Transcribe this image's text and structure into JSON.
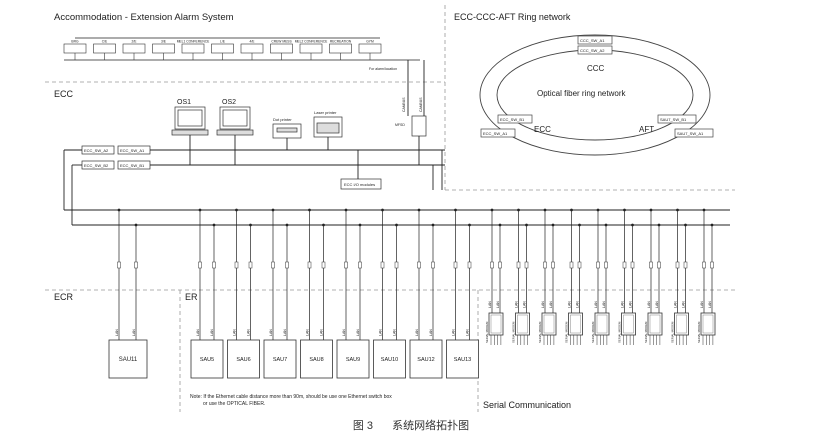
{
  "sections": {
    "accommodation": "Accommodation - Extension Alarm System",
    "ring": "ECC-CCC-AFT Ring network",
    "ecc": "ECC",
    "ecr": "ECR",
    "er": "ER",
    "serial": "Serial Communication"
  },
  "ring": {
    "center_label": "Optical fiber ring network",
    "ccc_label": "CCC",
    "ecc_label": "ECC",
    "aft_label": "AFT",
    "switches": [
      "CCC_SW_A1",
      "CCC_SW_A2",
      "ECC_SW_B1",
      "ECC_SW_A1",
      "SAU7_SW_B1",
      "SAU7_SW_A1"
    ]
  },
  "alarm_panels": [
    "BRG",
    "C/E",
    "2/E",
    "3/E",
    "MEL1 CONFERENCE",
    "L/E",
    "4/E",
    "CREW MESS",
    "MEL2 CONFERENCE",
    "RECREATION",
    "GYM"
  ],
  "alarm_note": "For alarm/location",
  "ecc": {
    "os1": "OS1",
    "os2": "OS2",
    "dot_printer": "Dot printer",
    "laser_printer": "Laser printer",
    "io_modules": "ECC I/O modules",
    "mfsd": "MFSD",
    "canbus": [
      "CANBUS",
      "CANBUS"
    ],
    "switches": [
      "ECC_SW_A2",
      "ECC_SW_A1",
      "ECC_SW_B2",
      "ECC_SW_B1"
    ]
  },
  "ecr_units": [
    "SAU11"
  ],
  "er_units": [
    "SAU5",
    "SAU6",
    "SAU7",
    "SAU8",
    "SAU9",
    "SAU10",
    "SAU12",
    "SAU13"
  ],
  "serial_units": [
    "SERIAL MODEM",
    "SERIAL MODEM",
    "SERIAL MODEM",
    "SERIAL MODEM",
    "SERIAL MODEM",
    "SERIAL MODEM",
    "SERIAL MODEM",
    "SERIAL MODEM",
    "SERIAL MODEM"
  ],
  "lan_label": "LAN",
  "note": "Note: If the Ethernet cable distance more than 90m, should be use one Ethernet switch box or use the OPTICAL FIBER.",
  "caption": {
    "figure": "图 3",
    "title": "系统网络拓扑图"
  }
}
